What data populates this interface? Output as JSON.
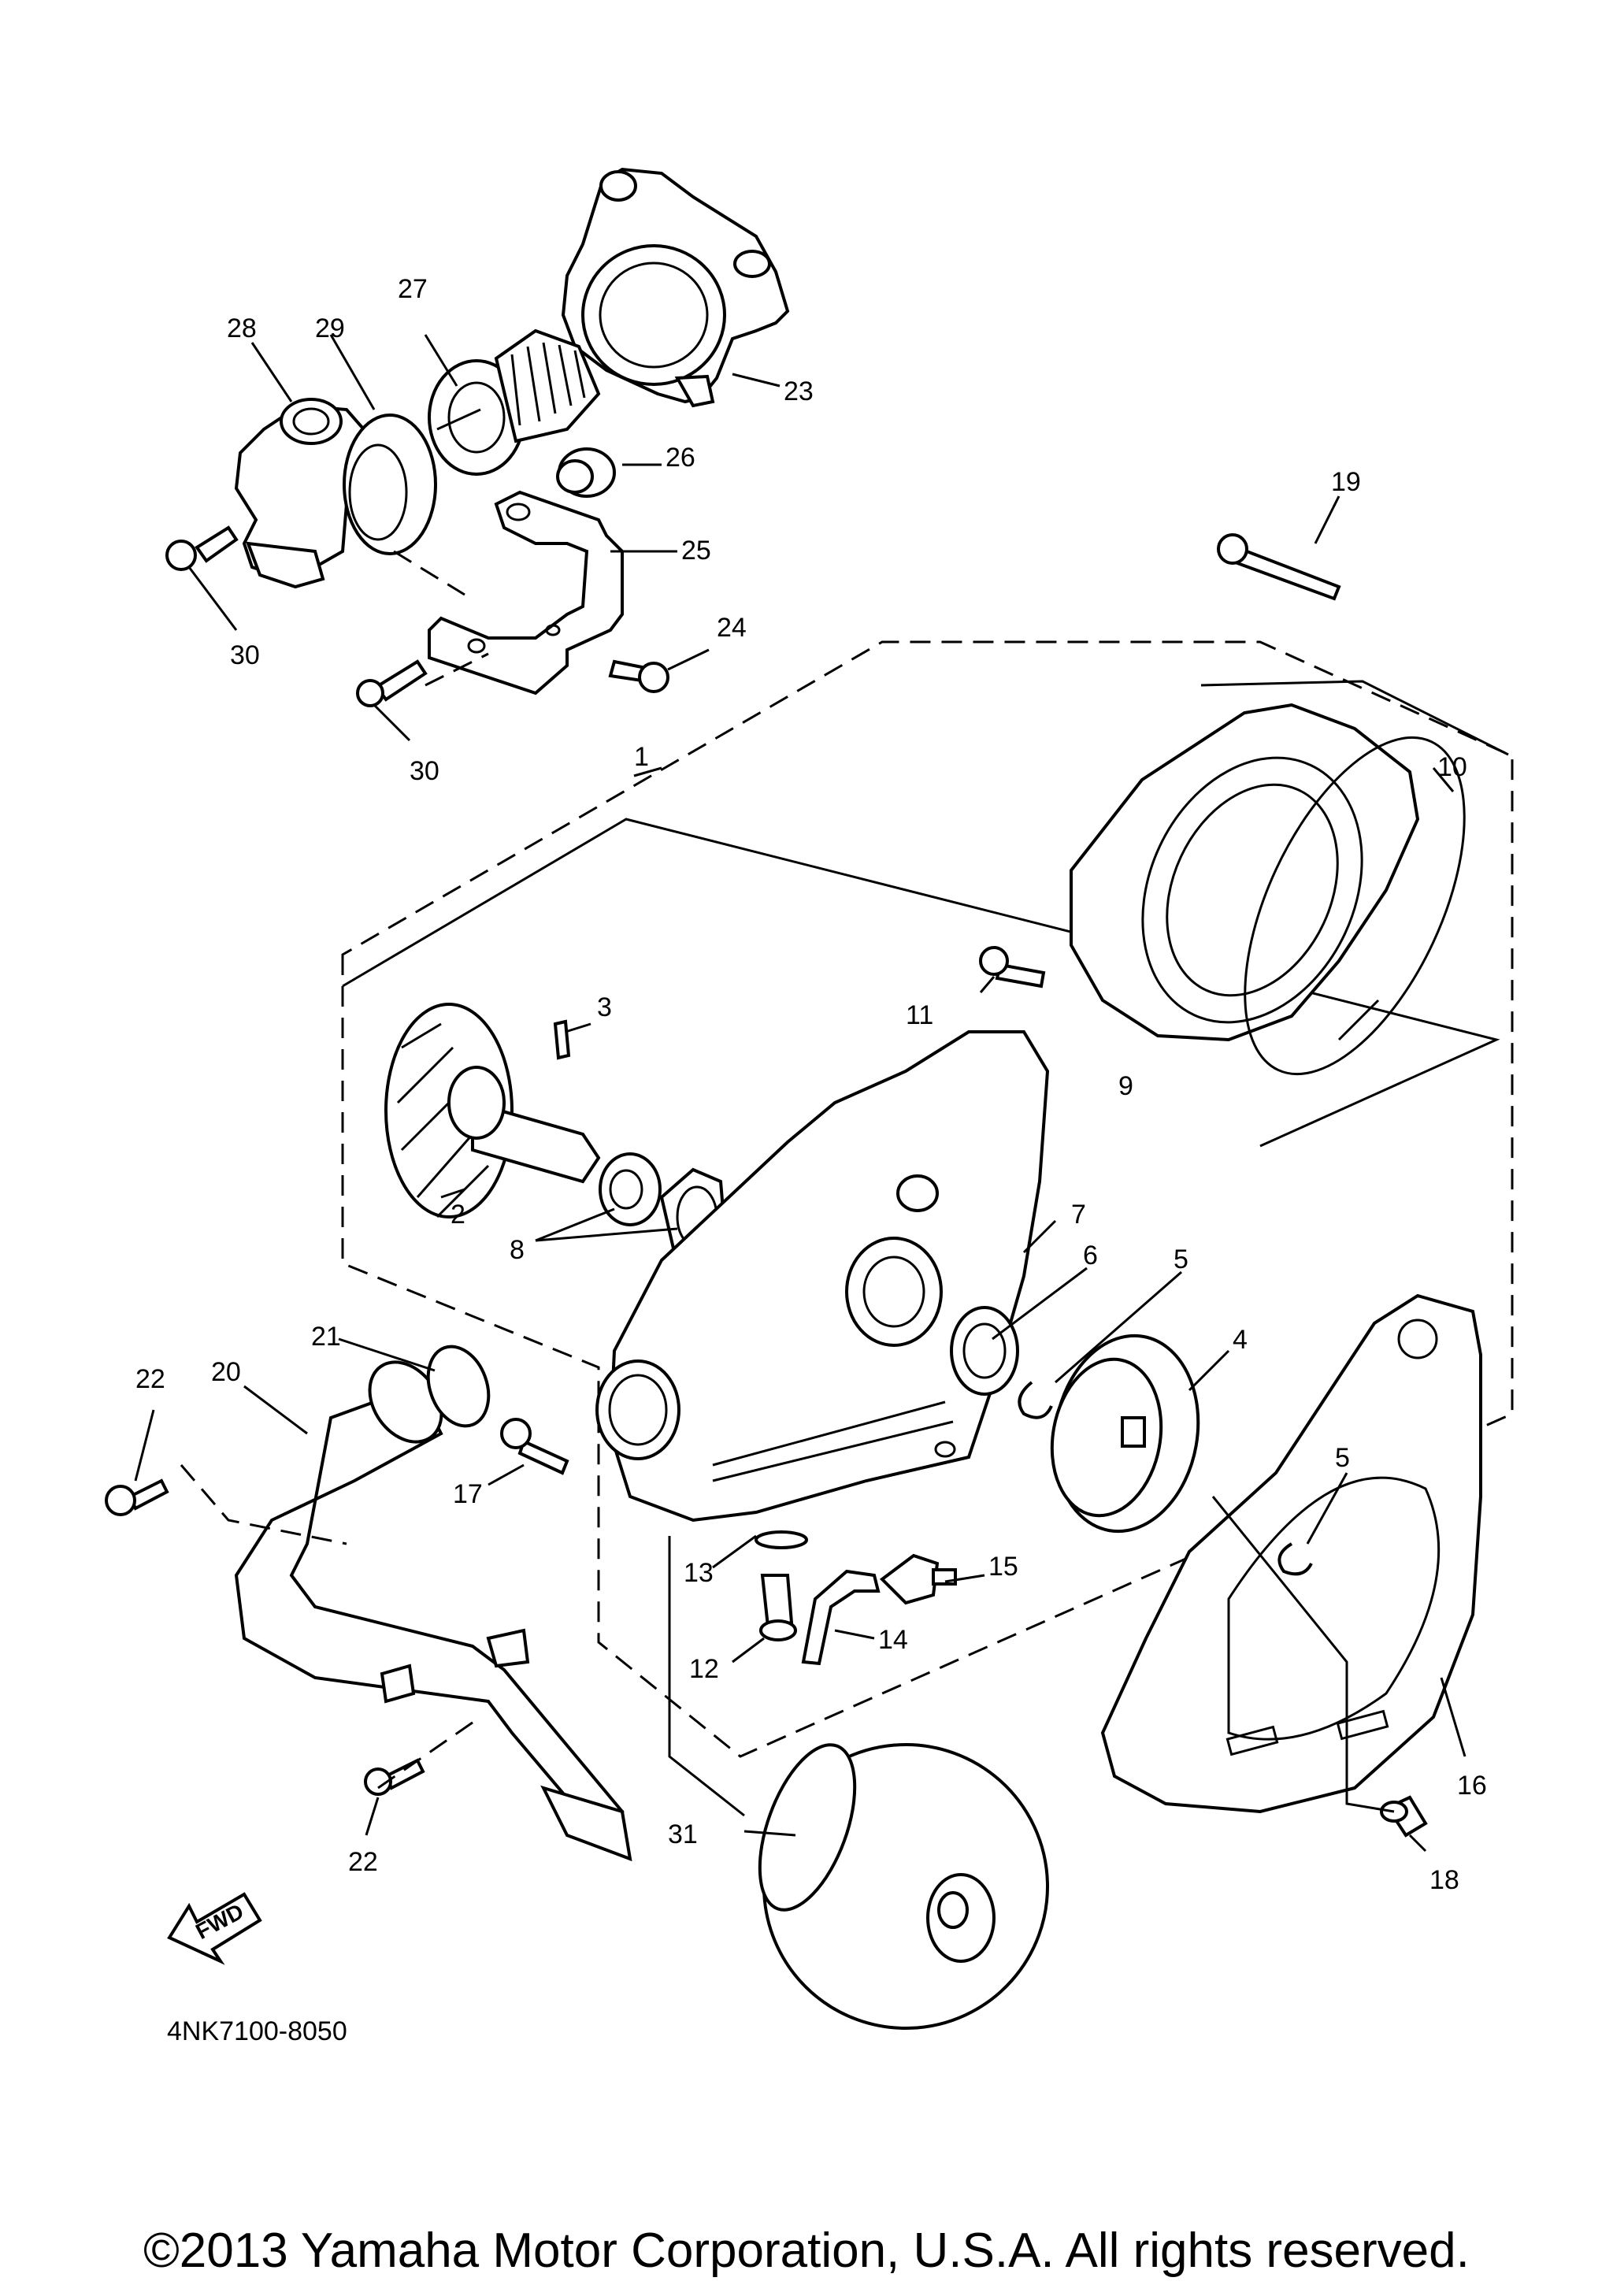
{
  "diagram": {
    "drawing_code": "4NK7100-8050",
    "copyright": "©2013 Yamaha Motor Corporation, U.S.A. All rights reserved.",
    "fwd_label": "FWD",
    "callouts": {
      "c1": "1",
      "c2": "2",
      "c3": "3",
      "c4": "4",
      "c5a": "5",
      "c5b": "5",
      "c6": "6",
      "c7": "7",
      "c8": "8",
      "c9": "9",
      "c10": "10",
      "c11": "11",
      "c12": "12",
      "c13": "13",
      "c14": "14",
      "c15": "15",
      "c16": "16",
      "c17": "17",
      "c18": "18",
      "c19": "19",
      "c20": "20",
      "c21": "21",
      "c22a": "22",
      "c22b": "22",
      "c23": "23",
      "c24": "24",
      "c25": "25",
      "c26": "26",
      "c27": "27",
      "c28": "28",
      "c29": "29",
      "c30a": "30",
      "c30b": "30",
      "c31": "31"
    }
  }
}
